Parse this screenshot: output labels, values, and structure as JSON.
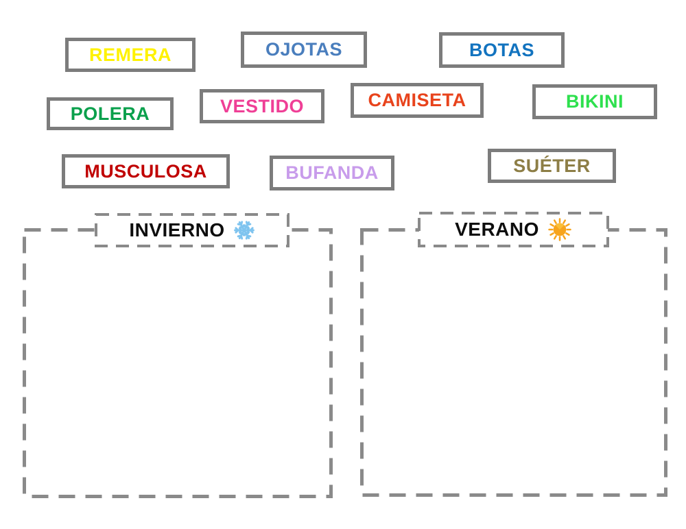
{
  "word_bank": {
    "tiles": [
      {
        "label": "REMERA",
        "color": "#FFF200"
      },
      {
        "label": "OJOTAS",
        "color": "#4A7EBD"
      },
      {
        "label": "BOTAS",
        "color": "#1273BF"
      },
      {
        "label": "POLERA",
        "color": "#0AA04C"
      },
      {
        "label": "VESTIDO",
        "color": "#EF3F96"
      },
      {
        "label": "CAMISETA",
        "color": "#E8431C"
      },
      {
        "label": "BIKINI",
        "color": "#2EE04E"
      },
      {
        "label": "MUSCULOSA",
        "color": "#C00000"
      },
      {
        "label": "BUFANDA",
        "color": "#C89CEB"
      },
      {
        "label": "SUÉTER",
        "color": "#8D7E46"
      }
    ]
  },
  "drop_zones": [
    {
      "id": "invierno",
      "label": "INVIERNO",
      "icon": "snowflake-icon",
      "icon_color": "#7FC4EF"
    },
    {
      "id": "verano",
      "label": "VERANO",
      "icon": "sun-icon",
      "icon_color": "#F7A41D"
    }
  ],
  "styles": {
    "zone_border_color": "#8A8A8A",
    "tile_border_color": "#7C7C7C",
    "label_text_color": "#0D0D0D",
    "background": "#FFFFFF"
  }
}
